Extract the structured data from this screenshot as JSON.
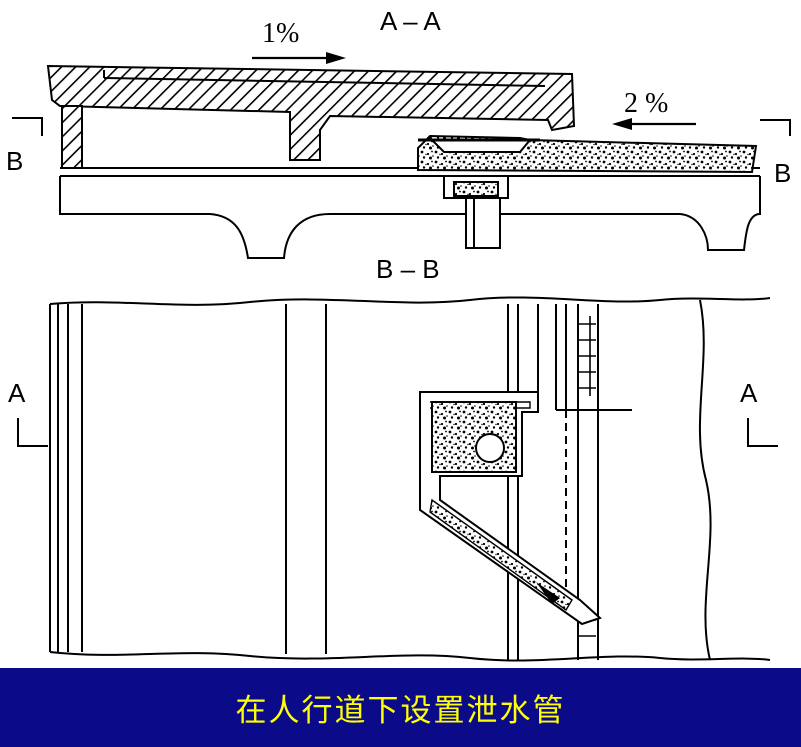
{
  "labels": {
    "section_aa": "A – A",
    "section_bb": "B – B",
    "slope_left": "1%",
    "slope_right": "2 %",
    "mark_b_left": "B",
    "mark_b_right": "B",
    "mark_a_left": "A",
    "mark_a_right": "A"
  },
  "caption": "在人行道下设置泄水管",
  "colors": {
    "caption_bg": "#0b0b8a",
    "caption_text": "#ffff00",
    "line": "#000000"
  }
}
